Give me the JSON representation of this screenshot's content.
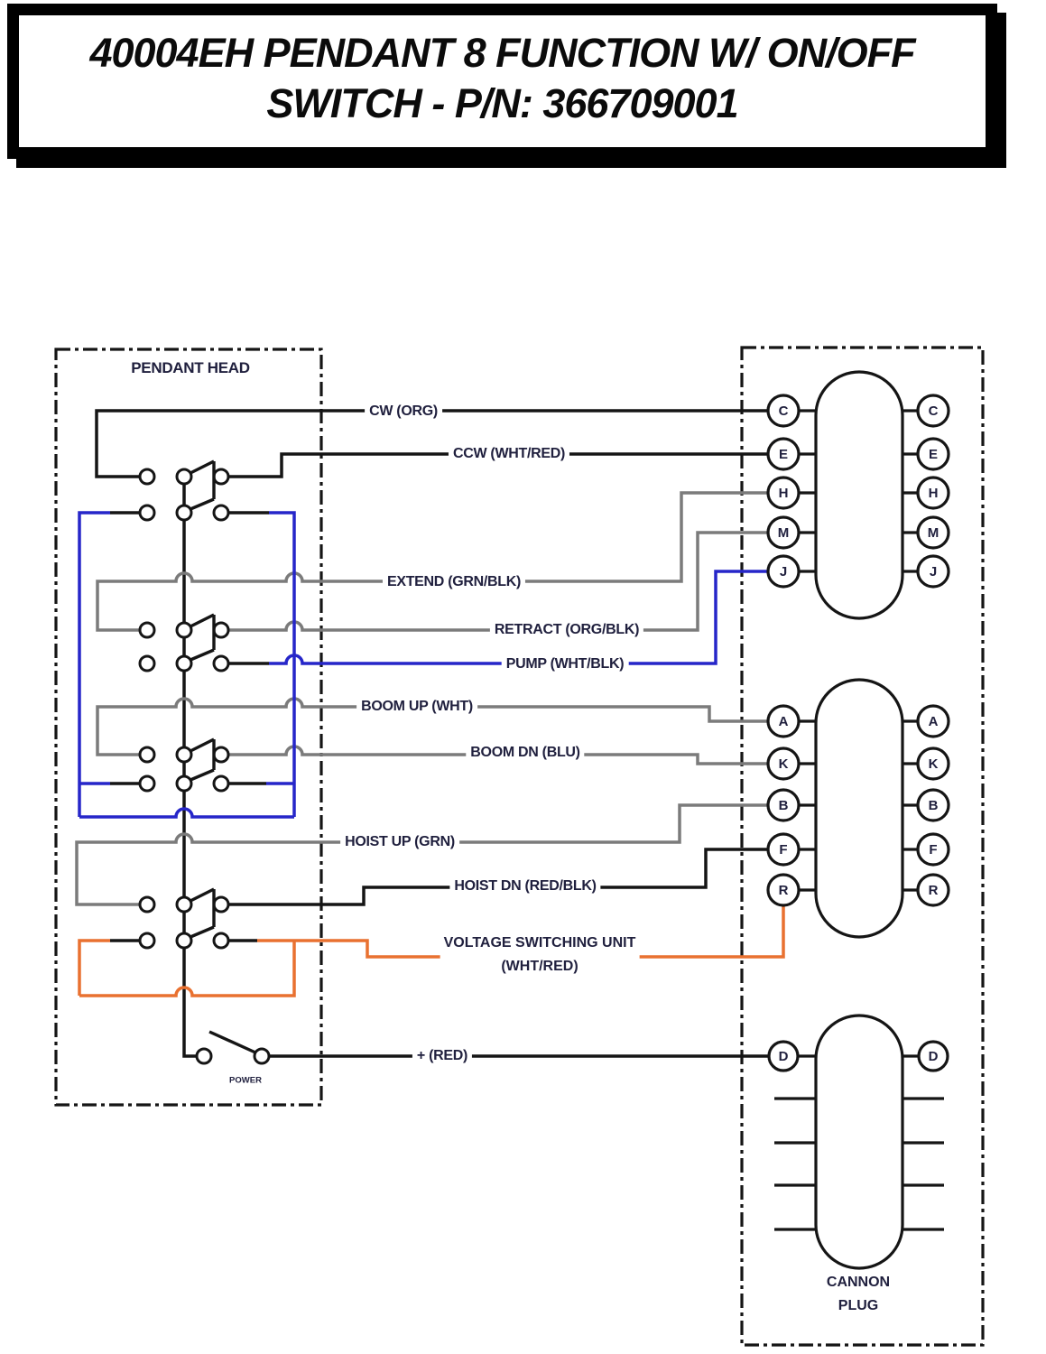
{
  "title": {
    "line1": "40004EH PENDANT 8 FUNCTION W/ ON/OFF",
    "line2": "SWITCH - P/N: 366709001"
  },
  "pendant": {
    "label": "PENDANT HEAD",
    "power_label": "POWER"
  },
  "cannon": {
    "label_line1": "CANNON",
    "label_line2": "PLUG"
  },
  "wires": {
    "cw": "CW (ORG)",
    "ccw": "CCW (WHT/RED)",
    "extend": "EXTEND (GRN/BLK)",
    "retract": "RETRACT (ORG/BLK)",
    "pump": "PUMP (WHT/BLK)",
    "boom_up": "BOOM UP (WHT)",
    "boom_dn": "BOOM DN (BLU)",
    "hoist_up": "HOIST UP (GRN)",
    "hoist_dn": "HOIST DN (RED/BLK)",
    "vsu_line1": "VOLTAGE SWITCHING UNIT",
    "vsu_line2": "(WHT/RED)",
    "power": "+ (RED)"
  },
  "pins": {
    "group1": [
      "C",
      "E",
      "H",
      "M",
      "J"
    ],
    "group2": [
      "A",
      "K",
      "B",
      "F",
      "R"
    ],
    "group3": [
      "D"
    ]
  },
  "colors": {
    "black": "#151515",
    "gray": "#7b7b7b",
    "blue": "#2626c9",
    "orange": "#e97130",
    "label": "#20203e"
  }
}
